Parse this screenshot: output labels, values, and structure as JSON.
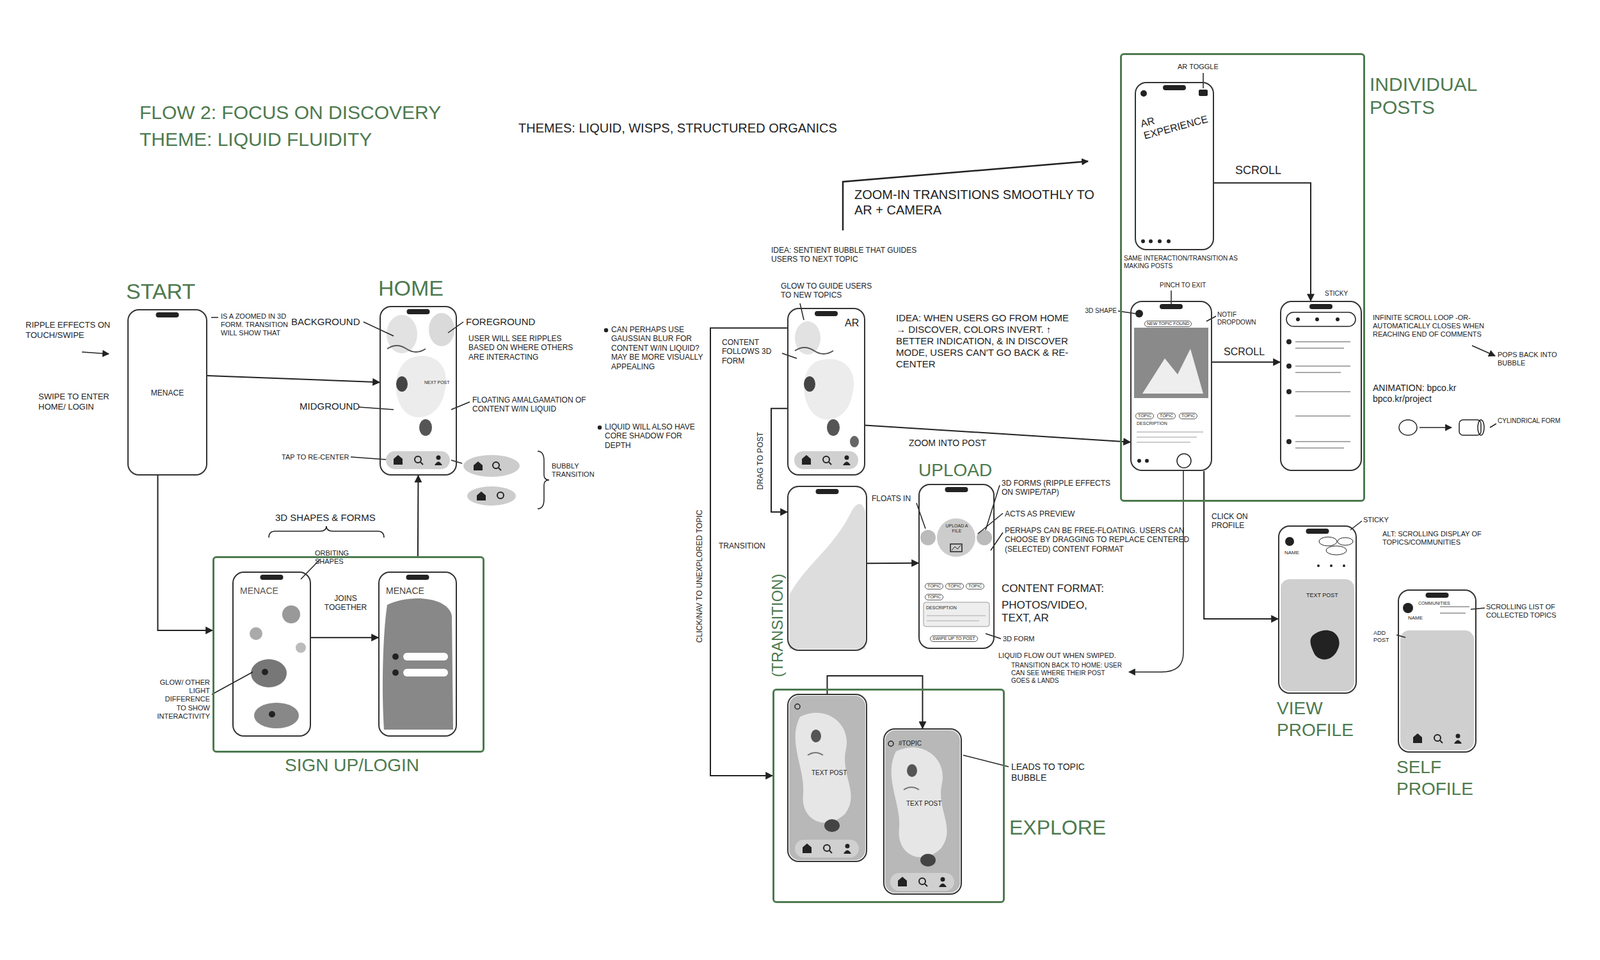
{
  "diagram": {
    "title": "FLOW 2: FOCUS ON DISCOVERY",
    "nodes": [
      {
        "text": [
          "START",
          "MENACE"
        ]
      },
      {
        "text": [
          "HOME",
          "NEXT POST"
        ]
      },
      {
        "text": [
          "SIGN UP/LOGIN"
        ]
      },
      {
        "text": [
          "MENACE"
        ],
        "in": 2
      },
      {
        "text": [
          "MENACE"
        ],
        "in": 2
      },
      {
        "text": [
          "AR"
        ]
      },
      {
        "text": [
          "(TRANSITION)"
        ]
      },
      {
        "text": [
          "UPLOAD",
          "UPLOAD A FILE",
          "TOPIC",
          "TOPIC",
          "TOPIC",
          "TOPIC",
          "DESCRIPTION",
          "SWIPE UP TO POST"
        ]
      },
      {
        "text": [
          "EXPLORE"
        ]
      },
      {
        "text": [
          "TEXT POST"
        ],
        "in": 8
      },
      {
        "text": [
          "#TOPIC",
          "TEXT POST"
        ],
        "in": 8
      },
      {
        "text": [
          "INDIVIDUAL POSTS"
        ]
      },
      {
        "text": [
          "AR EXPERIENCE"
        ],
        "in": 11
      },
      {
        "text": [
          "NEW TOPIC FOUND",
          "TOPIC",
          "TOPIC",
          "TOPIC",
          "DESCRIPTION"
        ],
        "in": 11
      },
      {
        "text": [
          "STICKY"
        ],
        "in": 11
      },
      {
        "text": [
          "NAME",
          "TEXT POST",
          "VIEW PROFILE"
        ]
      },
      {
        "text": [
          "COMMUNITIES",
          "NAME",
          "SELF PROFILE"
        ]
      }
    ],
    "edges": [
      {
        "from": 0,
        "to": 1,
        "arrow": "to"
      },
      {
        "from": 0,
        "to": 2,
        "arrow": "to"
      },
      {
        "from": 2,
        "to": 1,
        "arrow": "to"
      },
      {
        "from": 3,
        "to": 4,
        "label": "JOINS TOGETHER",
        "arrow": "to"
      },
      {
        "from": 5,
        "to": 13,
        "label": "ZOOM INTO POST",
        "arrow": "to"
      },
      {
        "from": 5,
        "to": 6,
        "label": "DRAG TO POST",
        "arrow": "to"
      },
      {
        "from": 6,
        "to": 7,
        "arrow": "to"
      },
      {
        "from": 5,
        "to": 8,
        "label": "CLICK/NAV TO UNEXPLORED TOPIC",
        "arrow": "to"
      },
      {
        "from": 9,
        "to": 10,
        "arrow": "to"
      },
      {
        "from": 12,
        "to": 14,
        "label": "SCROLL",
        "arrow": "to"
      },
      {
        "from": 13,
        "to": 14,
        "label": "SCROLL",
        "arrow": "to"
      },
      {
        "from": 13,
        "to": 15,
        "label": "CLICK ON PROFILE",
        "arrow": "to"
      }
    ],
    "labels": [
      "THEME: LIQUID FLUIDITY",
      "THEMES: LIQUID, WISPS, STRUCTURED ORGANICS",
      "RIPPLE EFFECTS ON TOUCH/SWIPE",
      "SWIPE TO ENTER HOME/ LOGIN",
      "IS A ZOOMED IN 3D FORM. TRANSITION WILL SHOW THAT",
      "BACKGROUND",
      "FOREGROUND",
      "USER WILL SEE RIPPLES BASED ON WHERE OTHERS ARE INTERACTING",
      "MIDGROUND",
      "FLOATING AMALGAMATION OF CONTENT W/IN LIQUID",
      "TAP TO RE-CENTER",
      "BUBBLY TRANSITION",
      "CAN PERHAPS USE GAUSSIAN BLUR FOR CONTENT W/IN LIQUID? MAY BE MORE VISUALLY APPEALING",
      "LIQUID WILL ALSO HAVE CORE SHADOW FOR DEPTH",
      "3D SHAPES & FORMS",
      "ORBITING SHAPES",
      "GLOW/ OTHER LIGHT DIFFERENCE TO SHOW INTERACTIVITY",
      "IDEA: SENTIENT BUBBLE THAT GUIDES USERS TO NEXT TOPIC",
      "GLOW TO GUIDE USERS TO NEW TOPICS",
      "CONTENT FOLLOWS 3D FORM",
      "IDEA: WHEN USERS GO FROM HOME → DISCOVER, COLORS INVERT. ↑ BETTER INDICATION, & IN DISCOVER MODE, USERS CAN'T GO BACK & RE-CENTER",
      "ZOOM-IN TRANSITIONS SMOOTHLY TO AR + CAMERA",
      "TRANSITION",
      "FLOATS IN",
      "3D FORMS (RIPPLE EFFECTS ON SWIPE/TAP)",
      "ACTS AS PREVIEW",
      "PERHAPS CAN BE FREE-FLOATING. USERS CAN CHOOSE BY DRAGGING TO REPLACE CENTERED (SELECTED) CONTENT FORMAT",
      "CONTENT FORMAT:",
      "PHOTOS/VIDEO, TEXT, AR",
      "3D FORM",
      "LIQUID FLOW OUT WHEN SWIPED.",
      "TRANSITION BACK TO HOME: USER CAN SEE WHERE THEIR POST GOES & LANDS",
      "LEADS TO TOPIC BUBBLE",
      "AR TOGGLE",
      "SAME INTERACTION/TRANSITION AS MAKING POSTS",
      "PINCH TO EXIT",
      "3D SHAPE",
      "NOTIF DROPDOWN",
      "INFINITE SCROLL LOOP -OR- AUTOMATICALLY CLOSES WHEN REACHING END OF COMMENTS",
      "POPS BACK INTO BUBBLE",
      "ANIMATION: bpco.kr bpco.kr/project",
      "CYLINDRICAL FORM",
      "STICKY",
      "ALT: SCROLLING DISPLAY OF TOPICS/COMMUNITIES",
      "SCROLLING LIST OF COLLECTED TOPICS",
      "ADD POST"
    ]
  }
}
